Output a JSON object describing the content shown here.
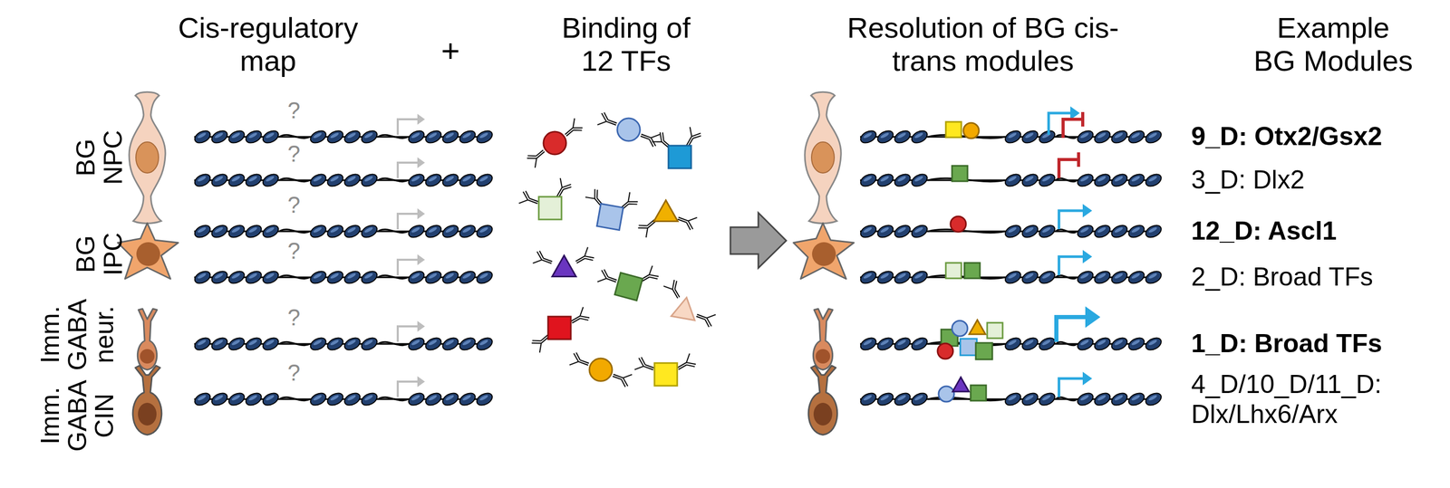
{
  "diagram": {
    "labels": [
      "Cis-regulatory map",
      "+",
      "Binding of 12 TFs",
      "Resolution of BG cis-trans modules",
      "Example BG Modules",
      "BG NPC",
      "BG IPC",
      "Imm. GABA neur.",
      "Imm. GABA CIN",
      "?",
      "?",
      "?",
      "?",
      "?",
      "?",
      "9_D: Otx2/Gsx2",
      "3_D: Dlx2",
      "12_D: Ascl1",
      "2_D: Broad TFs",
      "1_D: Broad TFs",
      "4_D/10_D/11_D: Dlx/Lhx6/Arx"
    ]
  }
}
